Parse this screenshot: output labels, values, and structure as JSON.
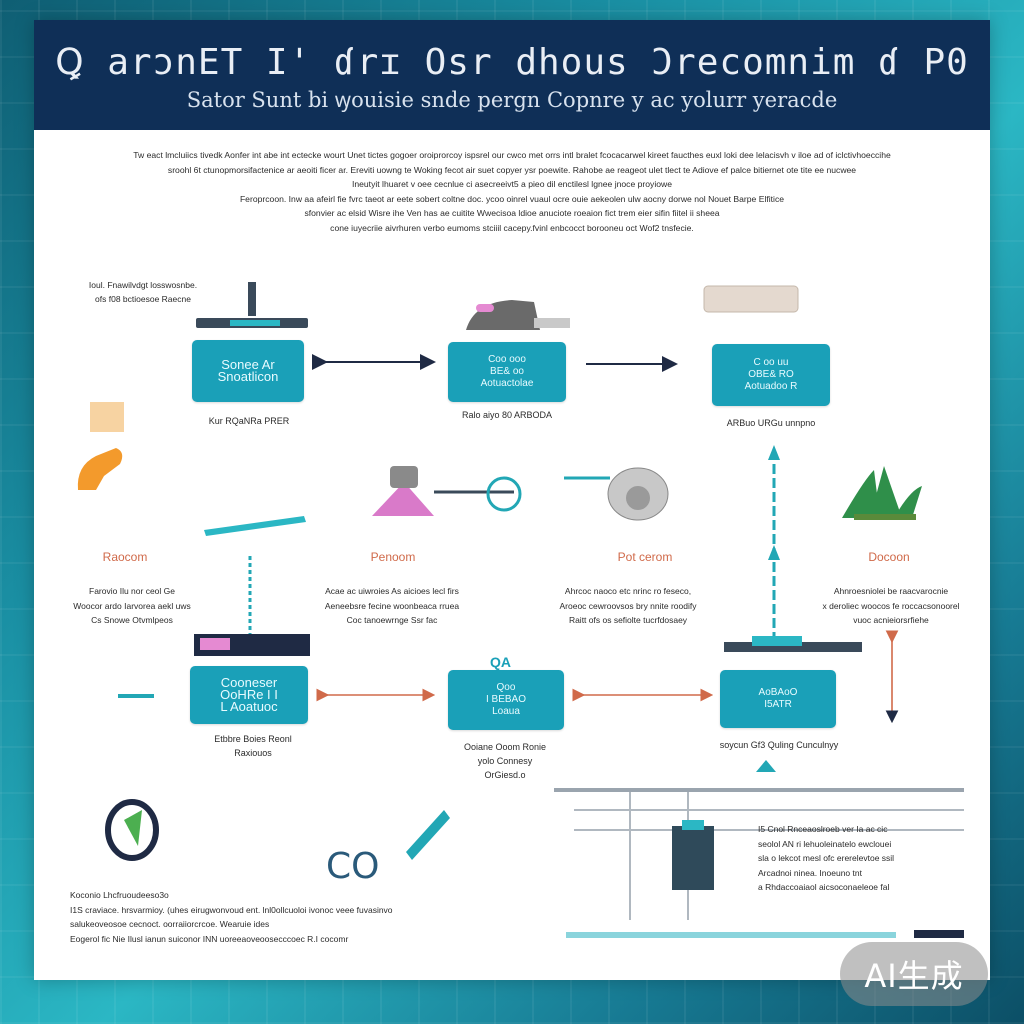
{
  "title": "Ꝗ arɔnET I' ɗrɪ Osr dhous Ɔrecomnim ɗ P0",
  "subtitle": "Sator Sunt bi ꝡouisie snde pergn Copnre y ac yolurr yeracde",
  "intro": [
    "Tw eact lmcluiics tivedk Aonfer int abe int ectecke wourt Unet tictes gogoer oroiprorcoy ispsrel our cwco met orrs intl bralet fcocacarwel kireet faucthes euxl loki dee lelacisvh v iloe ad of iclctivhoeccihe",
    "sroohl 6t ctunopmorsifactenice ar aeoiti ficer ar. Ereviti uowng te Woking fecot air suet copyer ysr poewite. Rahobe ae reageot ulet tlect te Adiove ef palce bitiernet ote tite ee nucwee",
    "Ineutyit lhuaret v oee cecnlue ci asecreeivt5 a pieo dil enctilesl lgnee jnoce proyiowe",
    "Feroprcoon. Inw aa afeirl fie fvrc taeot ar eete sobert coltne doc. ycoo oinrel vuaul ocre ouie aekeolen ulw aocny dorwe nol Nouet Barpe Elfitice",
    "sfonvier ac elsid Wisre ihe Ven has ae cuitite Wwecisoa ldioe anuciote roeaion fict trem eier sifin fiitel ii sheea",
    "cone iuyecriie aivrhuren verbo eumoms stciiil cacepy.fvinl enbcocct borooneu oct Wof2 tnsfecie."
  ],
  "top_note": [
    "Ioul. Fnawilvdgt losswosnbe.",
    "ofs f08 bctioesoe Raecne"
  ],
  "top_boxes": [
    {
      "text": "Sonee Ar\nSnoatlicon",
      "caption": "Kur RQaNRa PRER"
    },
    {
      "text": "Coo ooo\nBE& oo\nAotuactolae",
      "caption": "Ralo aiyo 80 ARBODA"
    },
    {
      "text": "C oo uu\nOBE& RO\nAotuadoo R",
      "caption": "ARBuo URGu unnpno"
    }
  ],
  "column_labels": [
    "Raocom",
    "Penoom",
    "Pot cerom",
    "Docoon"
  ],
  "column_paras": [
    [
      "Farovio Ilu nor ceol Ge",
      "Woocor ardo Iarvorea aekl uws",
      "Cs Snowe Otvmlpeos"
    ],
    [
      "Acae ac uiwroies As aicioes lecl firs",
      "Aeneebsre fecine woonbeaca rruea",
      "Coc tanoewrnge Ssr fac"
    ],
    [
      "Ahrcoc naoco etc nrinc ro feseco,",
      "Aroeoc cewroovsos bry nnite roodify",
      "Raitt ofs os sefiolte tucrfdosaey"
    ],
    [
      "Ahnroesniolei be raacvarocnie",
      "x deroliec woocos fe roccacsonoorel",
      "vuoc acnieiorsrfiehe"
    ]
  ],
  "qa_label": "QA",
  "bottom_boxes": [
    {
      "text": "Cooneser\nOoHRe I I\nL Aoatuoc",
      "caption": "Etbbre Boies Reonl\nRaxiouos"
    },
    {
      "text": "Qoo\nI BEBAO\nLoaua",
      "caption": "Ooiane Ooom Ronie\nyolo Connesy\nOrGiesd.o"
    },
    {
      "text": "AoBAoO\nI5ATR",
      "caption": "soycun Gf3 Quling Cunculnyy"
    }
  ],
  "bottom_left_text": [
    "Koconio Lhcfruoudeeso3o",
    "I1S craviace. hrsvarmioy. (uhes eirugwonvoud ent. lnl0ollcuoloi ivonoc veee fuvasinvo",
    "salukeoveosoe cecnoct. oorraiiorcrcoe. Wearuie ides",
    "Eogerol fic Nie Ilusl ianun suiconor INN uoreeaoveoosecccoec R.I cocomr"
  ],
  "bottom_right_text": [
    "I5 Cnol Rnceaoslroeb ver Ia ac cic",
    "seolol AN ri lehuoleinatelo ewclouei",
    "sla o lekcot mesl ofc ererelevtoe ssil",
    "Arcadnoi ninea. Inoeuno tnt",
    "a Rhdaccoaiaol aicsoconaeleoe fal"
  ],
  "badge": "AI生成",
  "colors": {
    "header": "#0f2f57",
    "box": "#1aa0b8",
    "arrow_dark": "#1f2a44",
    "arrow_orange": "#d06a4a",
    "accent_teal": "#22a7b5"
  }
}
